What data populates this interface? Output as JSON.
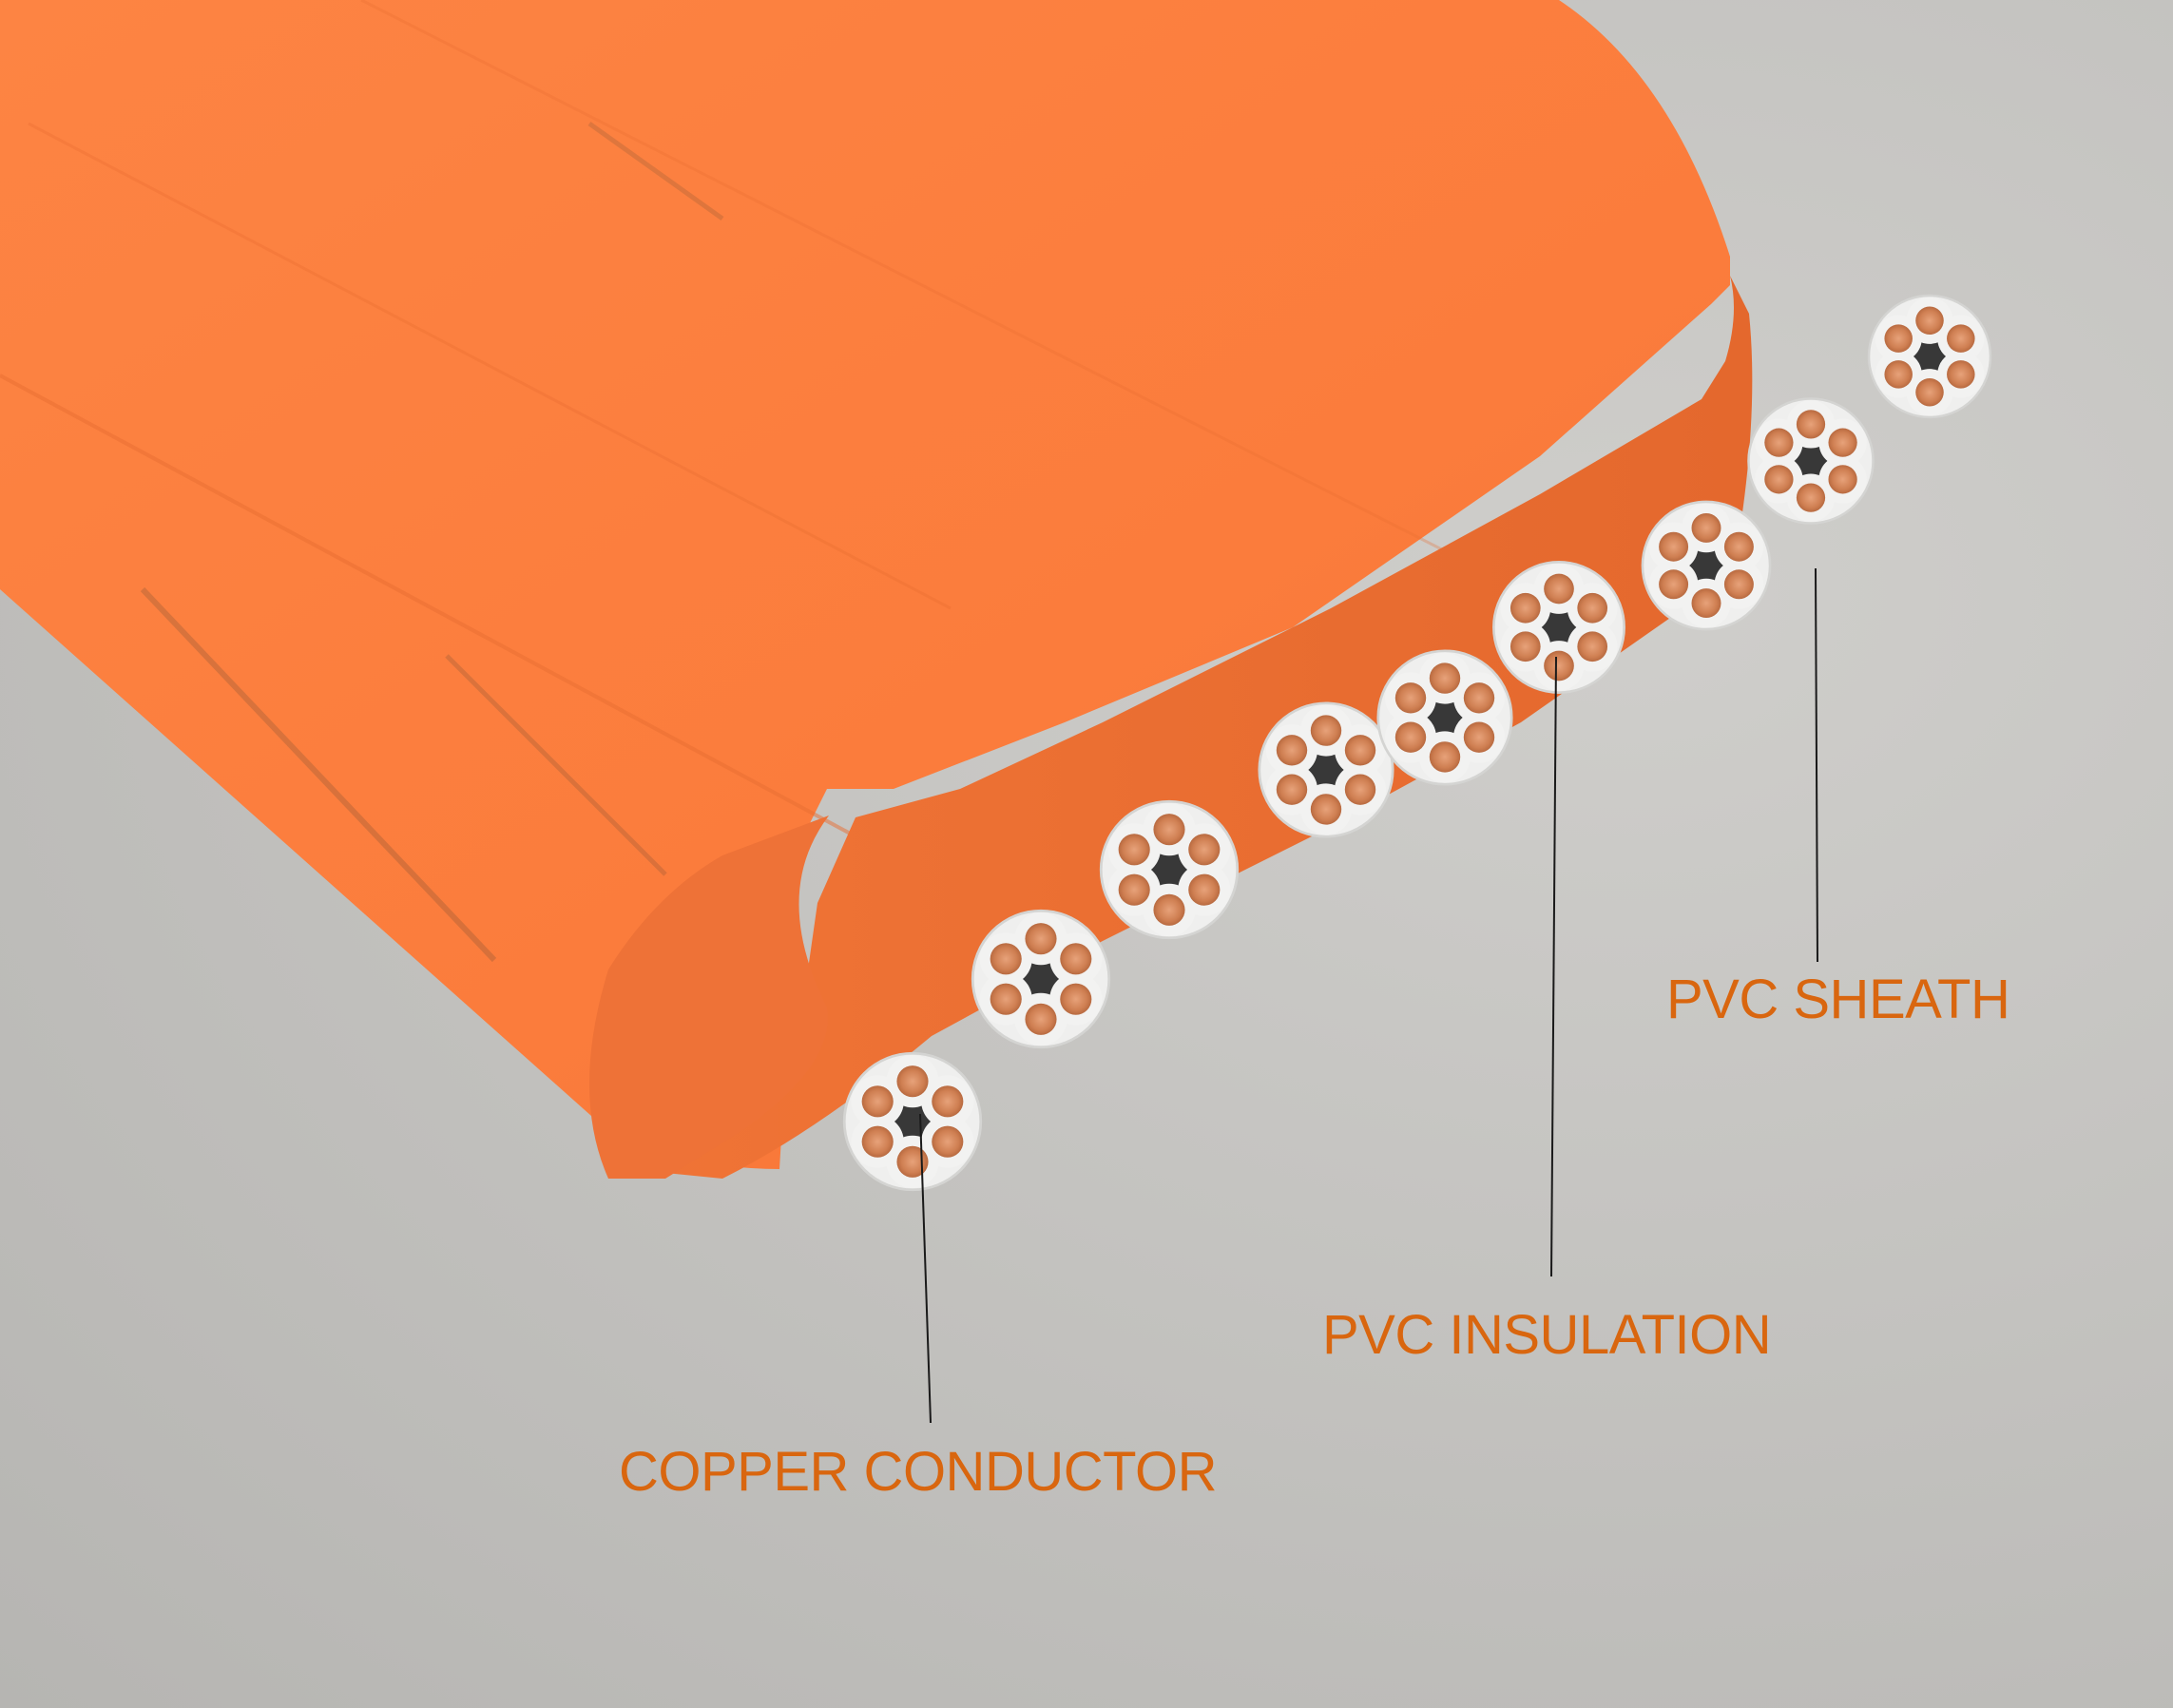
{
  "image": {
    "subject": "flat orange cable cross-section",
    "background_color": "#c3c2bf",
    "sheath_color": "#fb7d3e",
    "cut_face_color": "#ea6f33",
    "insulation_color": "#e6e6e4",
    "copper_color": "#d48556",
    "filler_color": "#3b3b3b",
    "leader_line_color": "#1a1a1a"
  },
  "labels": {
    "color": "#d9660f",
    "items": [
      {
        "id": "sheath",
        "text": "PVC SHEATH"
      },
      {
        "id": "insulation",
        "text": "PVC INSULATION"
      },
      {
        "id": "conductor",
        "text": "COPPER CONDUCTOR"
      }
    ]
  }
}
